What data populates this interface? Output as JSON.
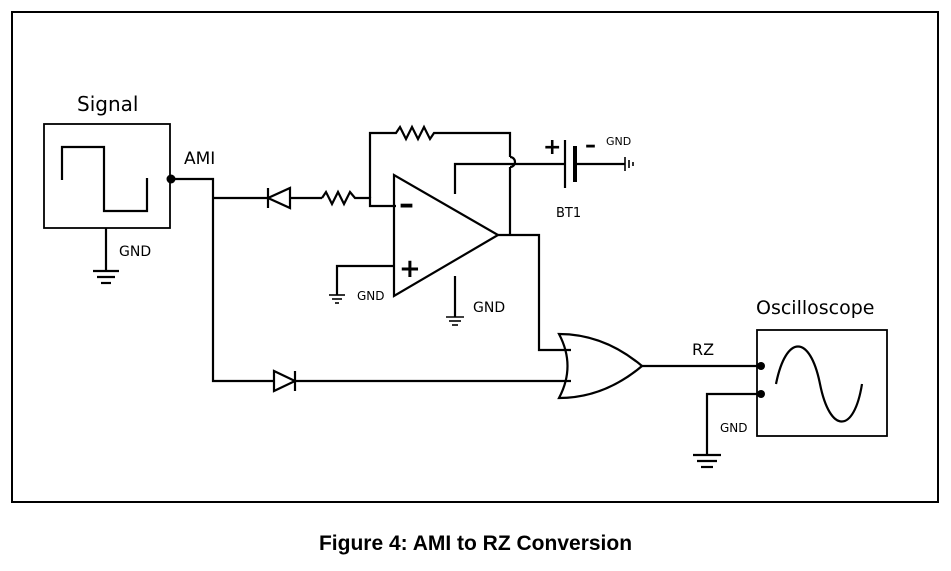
{
  "labels": {
    "signal": "Signal",
    "ami": "AMI",
    "gnd": "GND",
    "bt1": "BT1",
    "plus": "+",
    "minus": "–",
    "rz": "RZ",
    "oscilloscope": "Oscilloscope"
  },
  "caption": "Figure 4: AMI to RZ Conversion"
}
